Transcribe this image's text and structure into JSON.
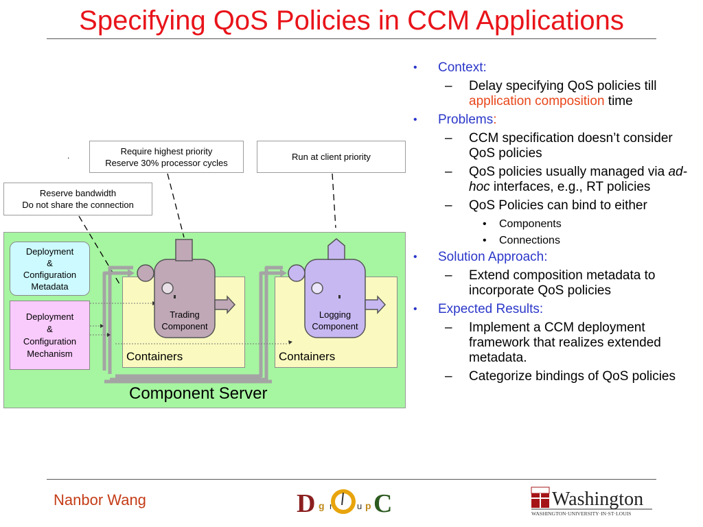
{
  "slide": {
    "title": "Specifying QoS Policies in CCM Applications",
    "author": "Nanbor Wang"
  },
  "callouts": {
    "priority": [
      "Require highest priority",
      "Reserve 30% processor cycles"
    ],
    "client": "Run at client priority",
    "bandwidth": [
      "Reserve bandwidth",
      "Do not share the connection"
    ],
    "stray_dot": "."
  },
  "diagram": {
    "metadata": [
      "Deployment",
      "&",
      "Configuration",
      "Metadata"
    ],
    "mechanism": [
      "Deployment",
      "&",
      "Configuration",
      "Mechanism"
    ],
    "trading": [
      "Trading",
      "Component"
    ],
    "logging": [
      "Logging",
      "Component"
    ],
    "containers_left": "Containers",
    "containers_right": "Containers",
    "server": "Component Server"
  },
  "bullets": {
    "context": "Context:",
    "context_sub": {
      "before": "Delay specifying QoS policies till ",
      "highlight": "application composition",
      "after": " time"
    },
    "problems": "Problems",
    "problems_colon": ":",
    "problem_1": "CCM specification doesn’t consider QoS policies",
    "problem_2": {
      "before": "QoS policies usually managed via ",
      "italic": "ad-hoc",
      "after": " interfaces, e.g., RT policies"
    },
    "problem_3": "QoS Policies can bind to either",
    "bind_1": "Components",
    "bind_2": "Connections",
    "solution": "Solution Approach:",
    "solution_1": "Extend composition metadata to incorporate QoS policies",
    "results": "Expected Results:",
    "result_1": "Implement a CCM deployment framework that realizes extended metadata.",
    "result_2": "Categorize bindings of QoS policies"
  },
  "logos": {
    "doc": {
      "letters": [
        "D",
        "g",
        "r",
        "O",
        "u",
        "p",
        "C"
      ],
      "colors": [
        "#c0392b",
        "#e8a40c",
        "#2a6bd1",
        "#6a9a2a"
      ]
    },
    "washington": {
      "name": "Washington",
      "sub": "WASHINGTON·UNIVERSITY·IN·ST·LOUIS"
    }
  },
  "colors": {
    "title": "#e8141a",
    "accent": "#2b37c9",
    "highlight": "#e8461a",
    "author": "#c43c17"
  }
}
